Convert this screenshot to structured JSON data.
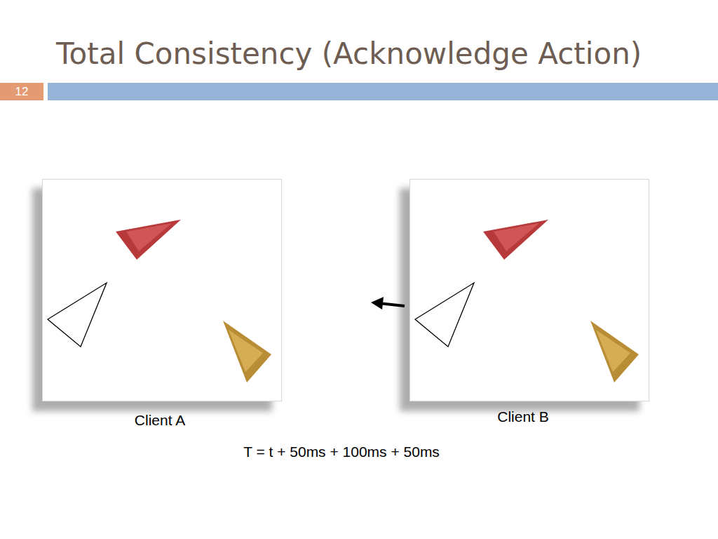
{
  "diagram": {
    "title": "Total Consistency (Acknowledge Action)",
    "nodes": [
      {
        "text": [
          "Client A"
        ]
      },
      {
        "text": [
          "Client B"
        ]
      }
    ],
    "labels": [
      "12",
      "T = t + 50ms + 100ms + 50ms"
    ]
  }
}
